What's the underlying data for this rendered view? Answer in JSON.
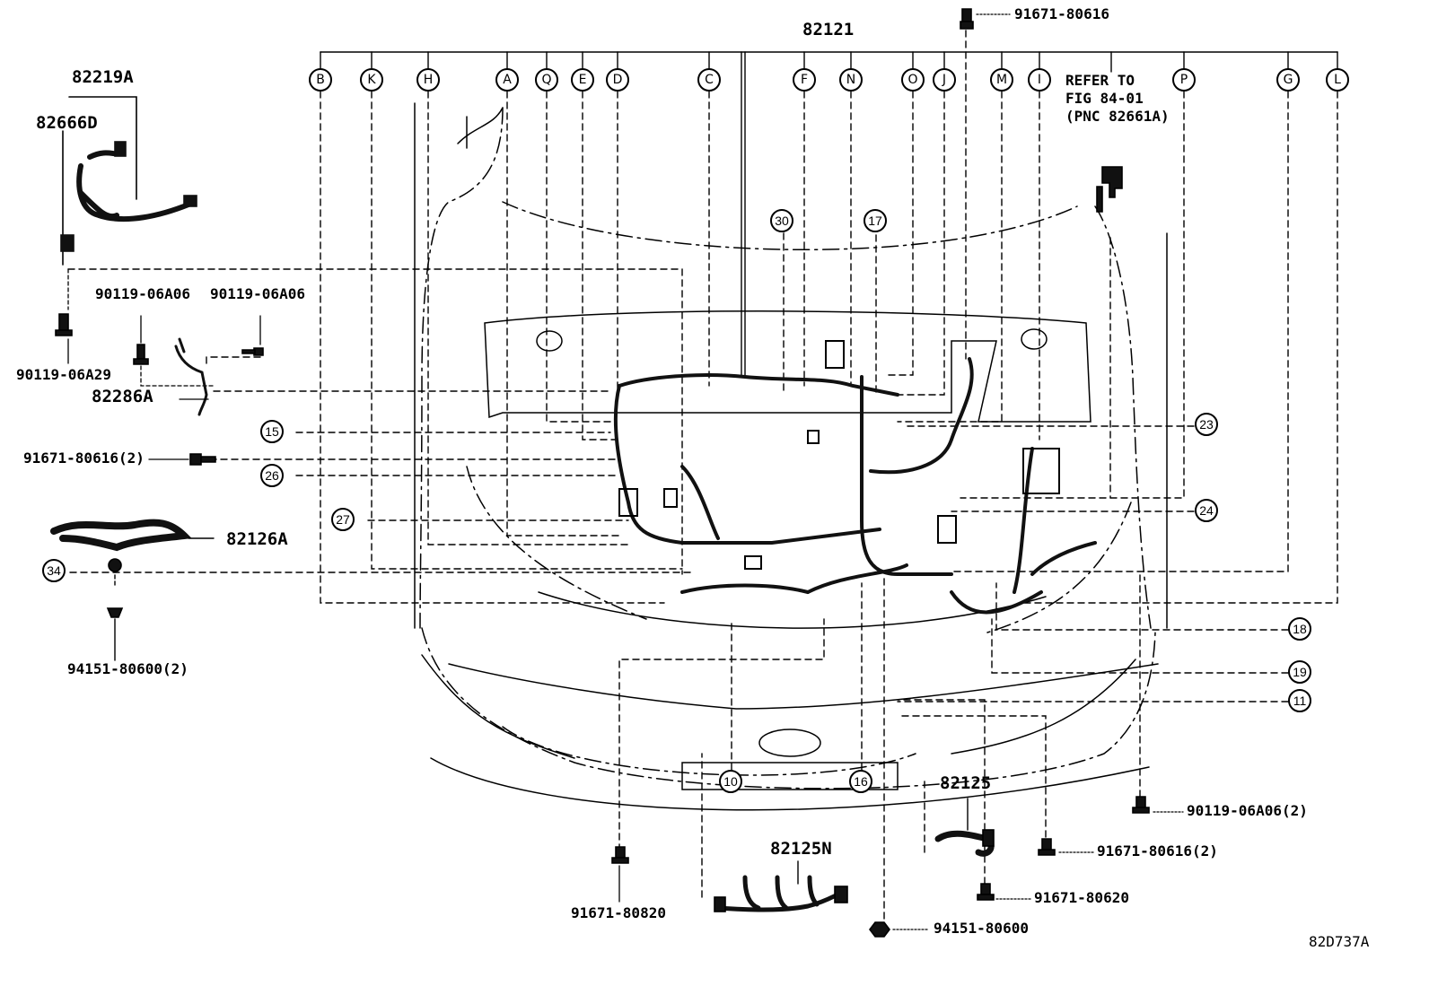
{
  "diagram": {
    "main_part": "82121",
    "letter_callouts": [
      "B",
      "K",
      "H",
      "A",
      "Q",
      "E",
      "D",
      "C",
      "F",
      "N",
      "O",
      "J",
      "M",
      "I",
      "P",
      "G",
      "L"
    ],
    "number_callouts": {
      "c30": "30",
      "c17": "17",
      "c15": "15",
      "c26": "26",
      "c27": "27",
      "c34": "34",
      "c23": "23",
      "c24": "24",
      "c18": "18",
      "c19": "19",
      "c11": "11",
      "c10": "10",
      "c16": "16"
    },
    "part_numbers": {
      "p82219A": "82219A",
      "p82666D": "82666D",
      "p90119_06A29": "90119-06A29",
      "p90119_06A06_a": "90119-06A06",
      "p90119_06A06_b": "90119-06A06",
      "p82286A": "82286A",
      "p91671_80616_2_left": "91671-80616(2)",
      "p82126A": "82126A",
      "p94151_80600_2": "94151-80600(2)",
      "p91671_80616_top": "91671-80616",
      "p82125": "82125",
      "p82125N": "82125N",
      "p91671_80820": "91671-80820",
      "p94151_80600": "94151-80600",
      "p91671_80620": "91671-80620",
      "p91671_80616_2_right": "91671-80616(2)",
      "p90119_06A06_2": "90119-06A06(2)"
    },
    "refer_note": "REFER TO\nFIG 84-01\n(PNC 82661A)",
    "figure_code": "82D737A"
  }
}
